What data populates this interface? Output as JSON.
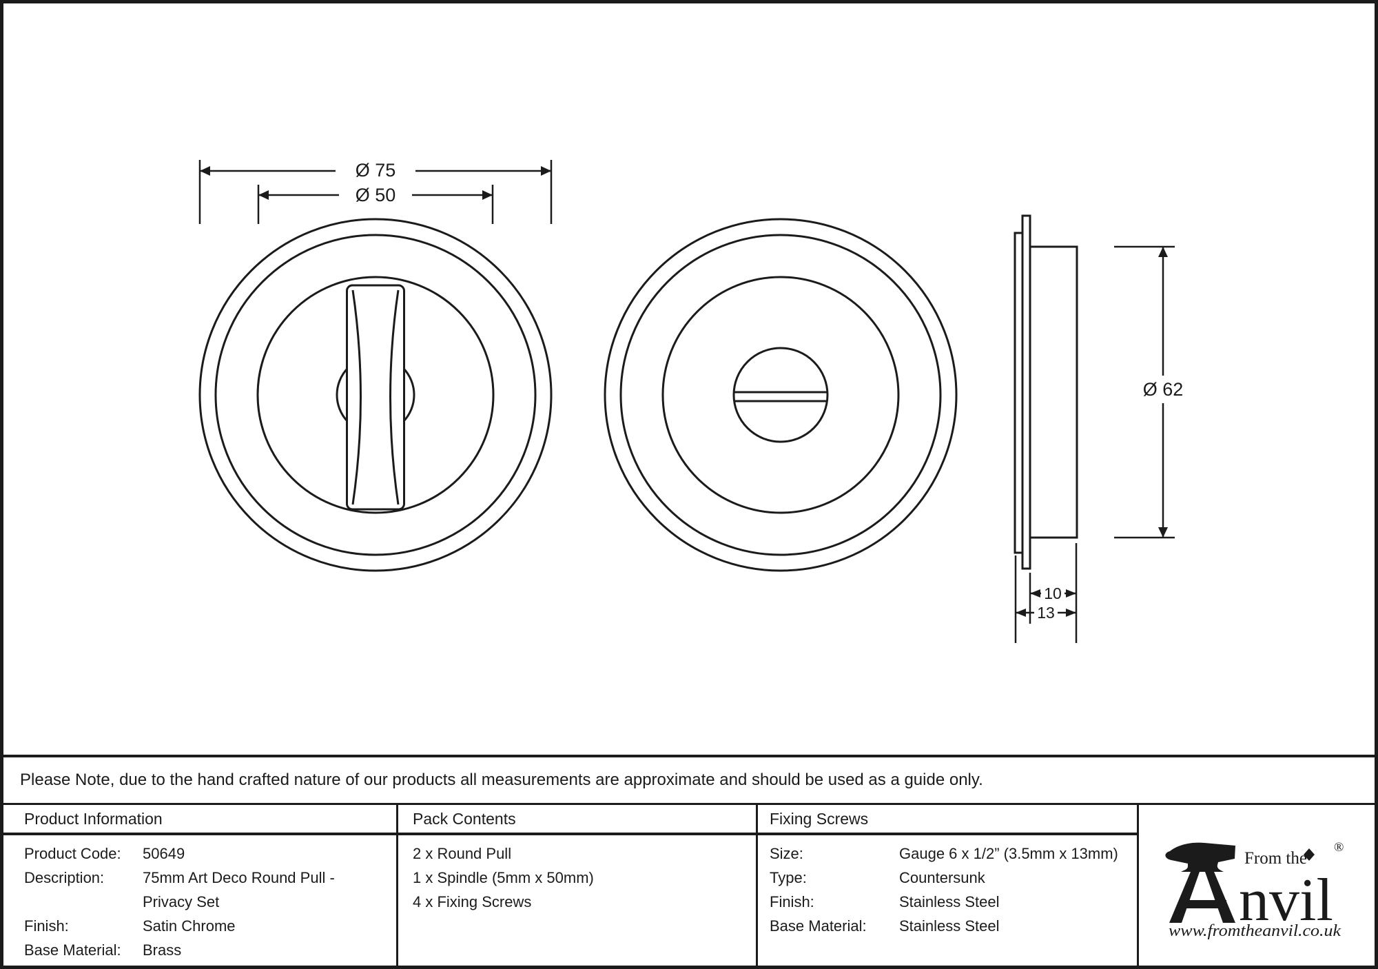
{
  "sheet": {
    "note": "Please Note, due to the hand crafted nature of our products all measurements are approximate and should be used as a guide only."
  },
  "dimensions": {
    "front_outer": "Ø 75",
    "front_inner": "Ø 50",
    "side_height": "Ø 62",
    "side_depth_inner": "10",
    "side_depth_total": "13"
  },
  "product_information": {
    "title": "Product Information",
    "rows": [
      {
        "label": "Product Code:",
        "value": "50649"
      },
      {
        "label": "Description:",
        "value": "75mm Art Deco Round Pull - Privacy Set"
      },
      {
        "label": "Finish:",
        "value": "Satin Chrome"
      },
      {
        "label": "Base Material:",
        "value": "Brass"
      }
    ]
  },
  "pack_contents": {
    "title": "Pack Contents",
    "items": [
      "2 x Round Pull",
      "1 x Spindle (5mm x 50mm)",
      "4 x Fixing Screws"
    ]
  },
  "fixing_screws": {
    "title": "Fixing Screws",
    "rows": [
      {
        "label": "Size:",
        "value": "Gauge 6 x 1/2” (3.5mm x 13mm)"
      },
      {
        "label": "Type:",
        "value": "Countersunk"
      },
      {
        "label": "Finish:",
        "value": "Stainless Steel"
      },
      {
        "label": "Base Material:",
        "value": "Stainless Steel"
      }
    ]
  },
  "logo": {
    "tagline": "From the",
    "brand": "nvil",
    "registered": "®",
    "website": "www.fromtheanvil.co.uk"
  }
}
